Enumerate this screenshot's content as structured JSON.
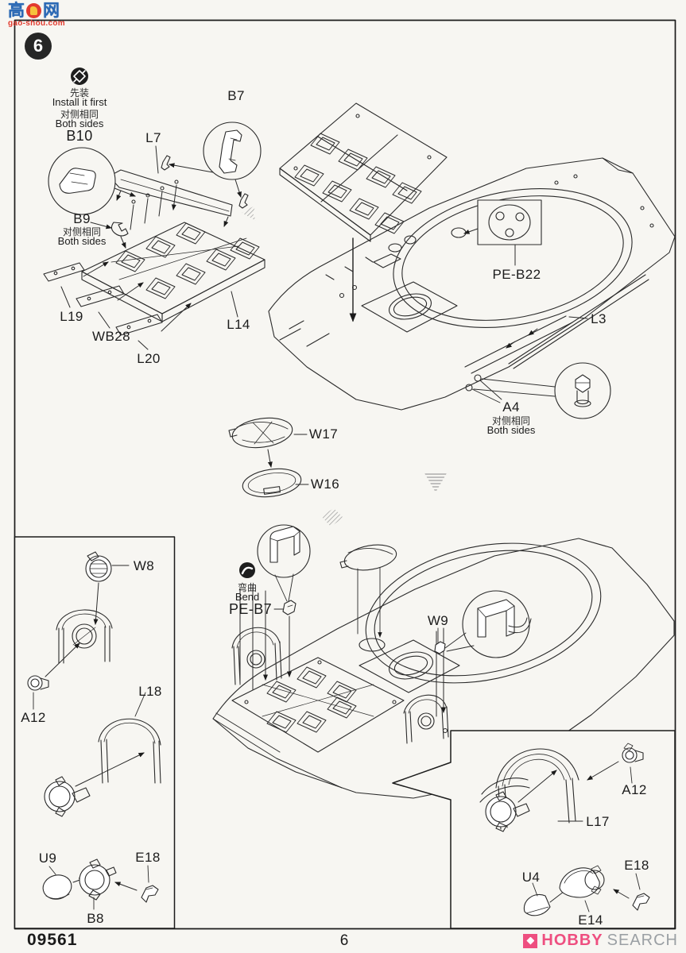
{
  "watermark": {
    "char_left": "高",
    "char_right": "网",
    "url": "gao-shou.com"
  },
  "step_number": "6",
  "notes": {
    "install_first": {
      "cn1": "先装",
      "en1": "Install it first",
      "cn2": "对侧相同",
      "en2": "Both sides",
      "part": "B10"
    },
    "b9": {
      "part": "B9",
      "cn": "对侧相同",
      "en": "Both sides"
    },
    "a4": {
      "part": "A4",
      "cn": "对侧相同",
      "en": "Both sides"
    },
    "bend": {
      "cn": "弯曲",
      "en": "Bend",
      "part": "PE-B7"
    }
  },
  "parts": {
    "B7": "B7",
    "L7": "L7",
    "L19": "L19",
    "WB28": "WB28",
    "L20": "L20",
    "L14": "L14",
    "PE_B22": "PE-B22",
    "L3": "L3",
    "W17": "W17",
    "W16": "W16",
    "W8": "W8",
    "A12": "A12",
    "L18": "L18",
    "W9": "W9",
    "U9": "U9",
    "B8": "B8",
    "E18": "E18",
    "L17": "L17",
    "U4": "U4",
    "E14": "E14"
  },
  "footer": {
    "kit_number": "09561",
    "page_number": "6",
    "brand_hobby": "HOBBY",
    "brand_search": "SEARCH"
  },
  "colors": {
    "brand_pink": "#ee4f80",
    "brand_gray": "#9ba0a4",
    "watermark_blue": "#2a68b4",
    "watermark_red": "#e23a2e"
  }
}
